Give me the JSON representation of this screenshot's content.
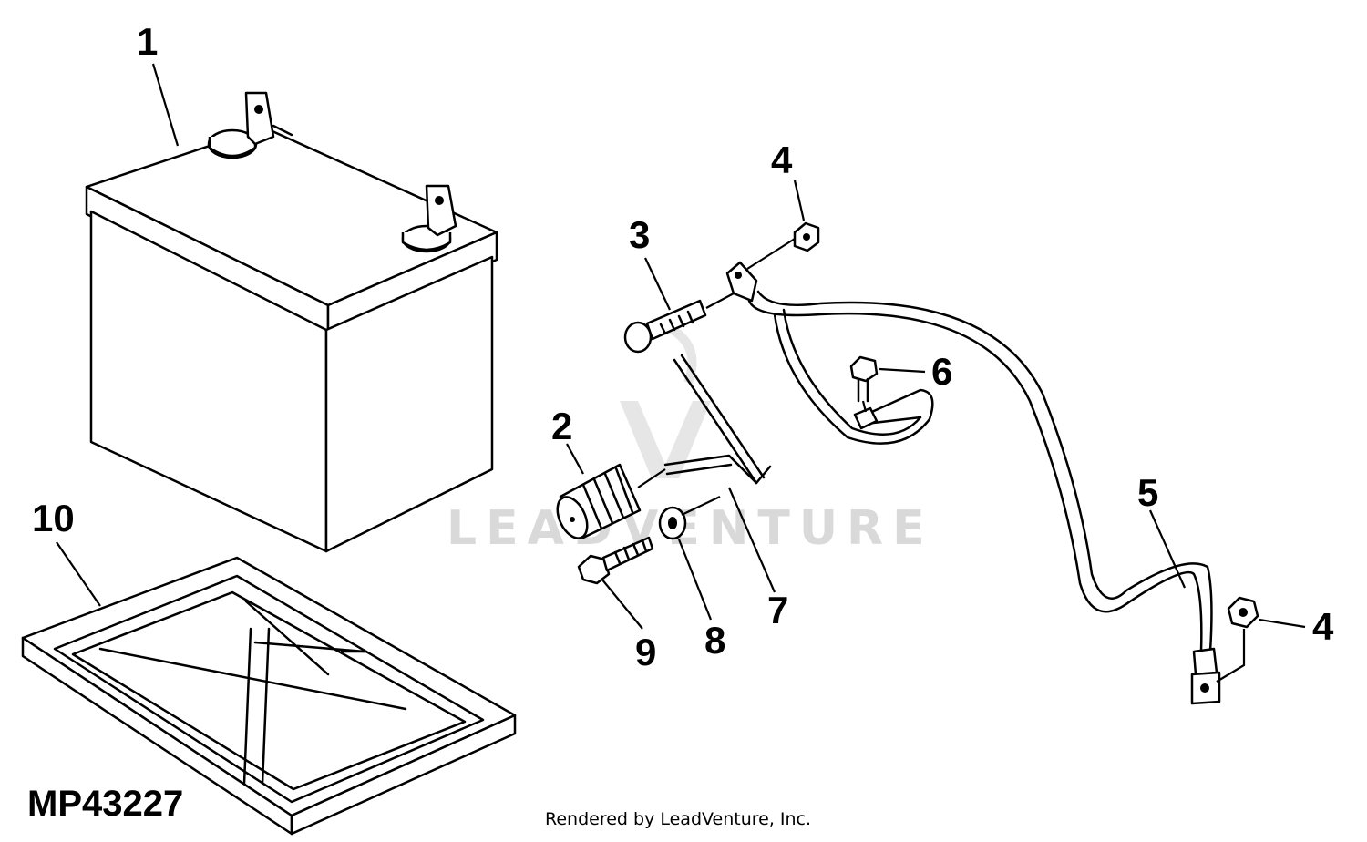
{
  "figure_id": "MP43227",
  "credit": "Rendered by LeadVenture, Inc.",
  "watermark": "LEADVENTURE",
  "callouts": {
    "battery": "1",
    "terminal_cover": "2",
    "bolt": "3",
    "nut_top": "4",
    "nut_bottom": "4",
    "ground_cable": "5",
    "cap_screw": "6",
    "hold_down_rod": "7",
    "washer": "8",
    "screw": "9",
    "battery_tray": "10"
  }
}
